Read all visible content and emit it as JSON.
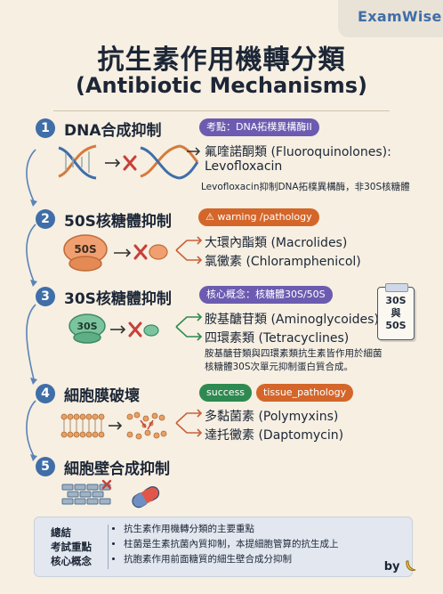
{
  "brand": "ExamWise",
  "title": "抗生素作用機轉分類",
  "subtitle": "(Antibiotic Mechanisms)",
  "sections": [
    {
      "number": "1",
      "title": "DNA合成抑制",
      "tags": [
        "考點：DNA拓樸異構酶II"
      ],
      "drugs": [
        "氟喹諾酮類 (Fluoroquinolones):",
        "Levofloxacin"
      ],
      "note": "Levofloxacin抑制DNA拓樸異構酶，非30S核糖體"
    },
    {
      "number": "2",
      "title": "50S核糖體抑制",
      "tags": [
        "warning /pathology"
      ],
      "diagram_label": "50S",
      "drugs": [
        "大環內酯類 (Macrolides)",
        "氯黴素 (Chloramphenicol)"
      ]
    },
    {
      "number": "3",
      "title": "30S核糖體抑制",
      "tags": [
        "核心概念：核糖體30S/50S"
      ],
      "diagram_label": "30S",
      "drugs": [
        "胺基醣苷類 (Aminoglycoides)",
        "四環素類 (Tetracyclines)"
      ],
      "note_lines": [
        "胺基醣苷類與四環素類抗生素皆作用於細菌",
        "核糖體30S次單元抑制蛋白質合成。"
      ],
      "memo": [
        "30S",
        "與",
        "50S"
      ]
    },
    {
      "number": "4",
      "title": "細胞膜破壞",
      "tags": [
        "success",
        "tissue_pathology"
      ],
      "drugs": [
        "多黏菌素 (Polymyxins)",
        "達托黴素 (Daptomycin)"
      ]
    },
    {
      "number": "5",
      "title": "細胞壁合成抑制"
    }
  ],
  "footer": {
    "label_lines": [
      "總結",
      "考試重點",
      "核心概念"
    ],
    "points": [
      "抗生素作用機轉分類的主要重點",
      "柱菌是生素抗菌內質抑制，本提細胞管算的抗生成上",
      "抗胞素作用前面糖質的細生壁合成分抑制"
    ]
  },
  "by_label": "by",
  "colors": {
    "accent": "#3f6ea8",
    "purple": "#6c5bb0",
    "orange": "#d4662a",
    "green": "#2e8a50",
    "background": "#f6efe2"
  }
}
